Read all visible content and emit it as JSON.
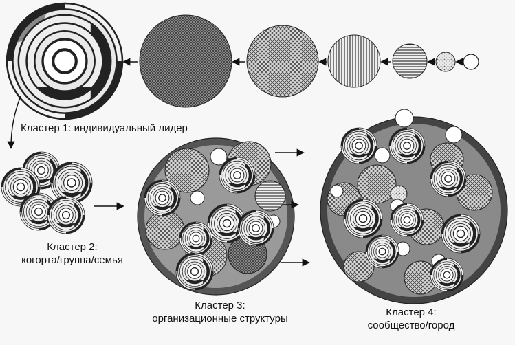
{
  "clusters": [
    {
      "line1": "Кластер 1: индивидуальный лидер"
    },
    {
      "line1": "Кластер 2:",
      "line2": "когорта/группа/семья"
    },
    {
      "line1": "Кластер 3:",
      "line2": "организационные структуры"
    },
    {
      "line1": "Кластер 4:",
      "line2": "сообщество/город"
    }
  ]
}
